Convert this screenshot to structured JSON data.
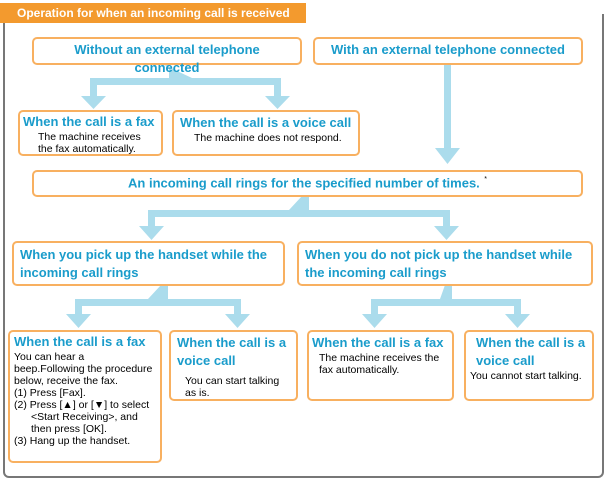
{
  "title": "Operation for when an incoming call is received",
  "colors": {
    "accent": "#f39a2e",
    "heading": "#1a9ccb",
    "border": "#f8b060",
    "arrow": "#abdcec"
  },
  "without": "Without an external telephone connected",
  "with": "With an external telephone connected",
  "no_ext_fax": {
    "title": "When the call is a fax",
    "text": "The machine receives the fax automatically."
  },
  "no_ext_voice": {
    "title": "When the call is a voice call",
    "text": "The machine does not respond."
  },
  "rings": "An incoming call rings for the specified number of times.",
  "rings_note": "*",
  "pick": "When you pick up the handset while the incoming call rings",
  "nopick": "When you do not pick up the handset while the incoming call rings",
  "pick_fax": {
    "title": "When the call is a fax",
    "intro": "You can hear a beep.Following the procedure below, receive the fax.",
    "steps": [
      "(1) Press [Fax].",
      "(2) Press [▲] or [▼] to select <Start Receiving>, and then press [OK].",
      "(3) Hang up the handset."
    ]
  },
  "pick_voice": {
    "title": "When the call is a voice call",
    "text": "You can start talking as is."
  },
  "nopick_fax": {
    "title": "When the call is a fax",
    "text": "The machine receives the fax automatically."
  },
  "nopick_voice": {
    "title": "When the call is a voice call",
    "text": "You cannot start talking."
  }
}
